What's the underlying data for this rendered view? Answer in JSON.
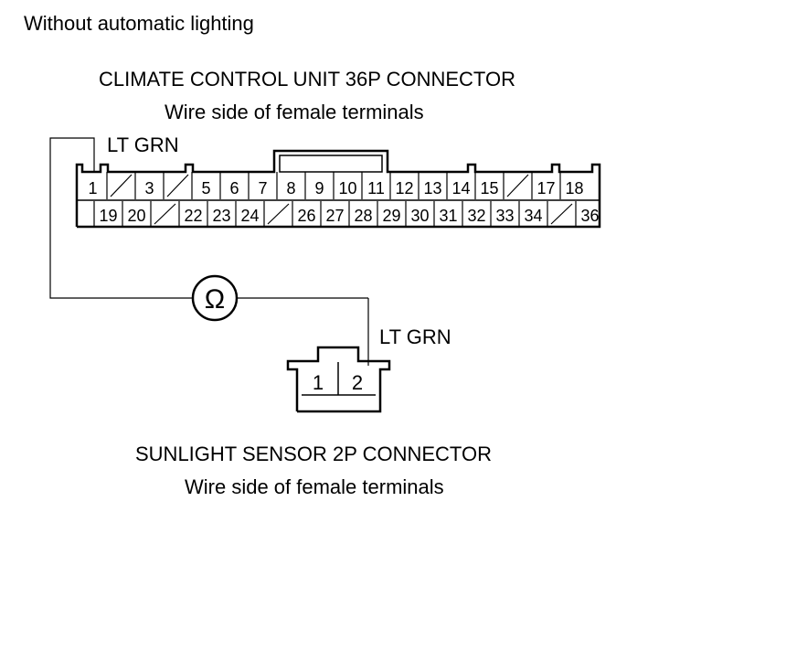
{
  "heading": "Without automatic lighting",
  "climate_connector": {
    "title": "CLIMATE CONTROL UNIT 36P CONNECTOR",
    "subtitle": "Wire side of female terminals",
    "top_row": [
      "1",
      "/",
      "3",
      "/",
      "5",
      "6",
      "7",
      "8",
      "9",
      "10",
      "11",
      "12",
      "13",
      "14",
      "15",
      "/",
      "17",
      "18"
    ],
    "bottom_row": [
      "",
      "19",
      "20",
      "/",
      "22",
      "23",
      "24",
      "/",
      "26",
      "27",
      "28",
      "29",
      "30",
      "31",
      "32",
      "33",
      "34",
      "/",
      "36"
    ]
  },
  "wires": {
    "ccu_wire_label": "LT GRN",
    "sensor_wire_label": "LT GRN"
  },
  "meter": {
    "symbol": "Ω"
  },
  "sunlight_connector": {
    "title": "SUNLIGHT SENSOR 2P CONNECTOR",
    "subtitle": "Wire side of female terminals",
    "pins": [
      "1",
      "2"
    ]
  }
}
